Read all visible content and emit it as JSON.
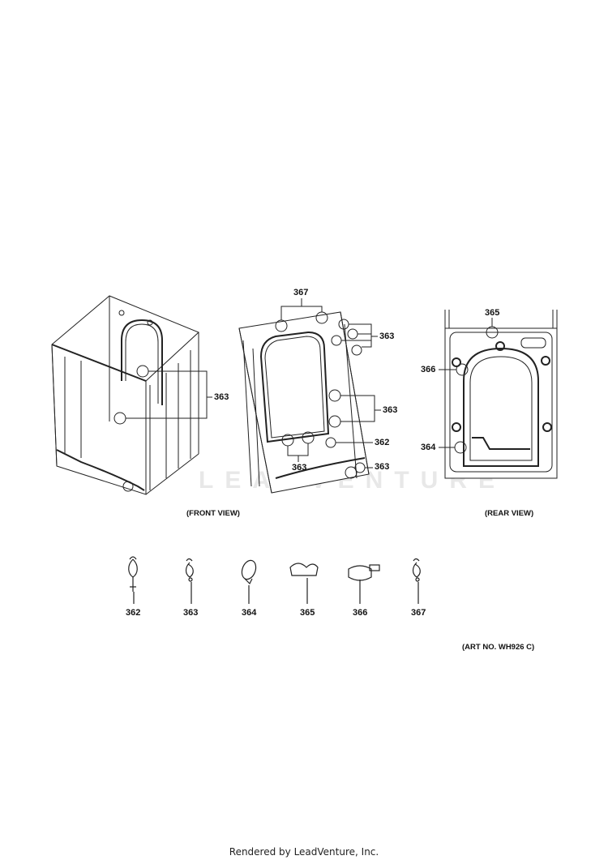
{
  "diagram": {
    "art_number": "(ART NO. WH926 C)",
    "watermark": "LEADVENTURE",
    "footer": "Rendered by LeadVenture, Inc.",
    "views": [
      {
        "id": "front",
        "caption": "(FRONT VIEW)",
        "callouts": [
          "363"
        ]
      },
      {
        "id": "middle",
        "caption": "",
        "callouts": [
          "367",
          "363",
          "363",
          "362",
          "363",
          "363"
        ]
      },
      {
        "id": "rear",
        "caption": "(REAR VIEW)",
        "callouts": [
          "365",
          "366",
          "364"
        ]
      }
    ],
    "front_callouts": {
      "c363": "363"
    },
    "middle_callouts": {
      "c367": "367",
      "c363_top": "363",
      "c363_mid": "363",
      "c362": "362",
      "c363_bottom": "363",
      "c363_lower": "363"
    },
    "rear_callouts": {
      "c365": "365",
      "c366": "366",
      "c364": "364"
    },
    "parts": [
      {
        "number": "362",
        "icon": "hose-clamp-with-stem-icon"
      },
      {
        "number": "363",
        "icon": "wire-clip-icon"
      },
      {
        "number": "364",
        "icon": "ring-clamp-icon"
      },
      {
        "number": "365",
        "icon": "double-holder-clip-icon"
      },
      {
        "number": "366",
        "icon": "band-clamp-icon"
      },
      {
        "number": "367",
        "icon": "wire-clip-icon"
      }
    ]
  }
}
